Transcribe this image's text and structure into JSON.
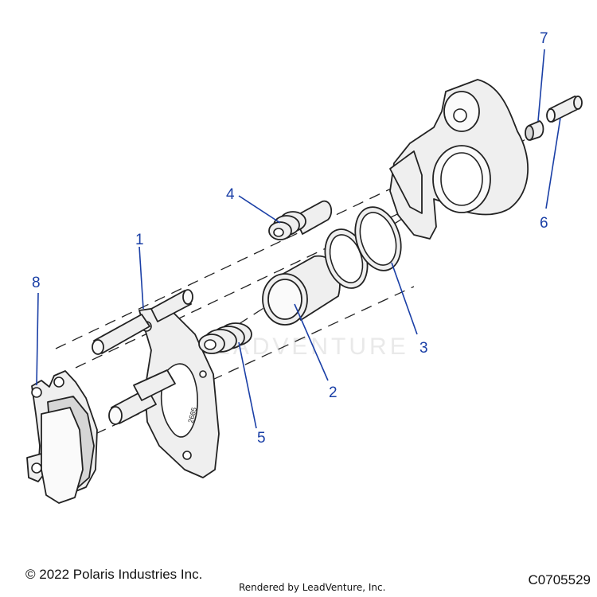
{
  "callouts": [
    {
      "number": "1",
      "part": "caliper-bracket"
    },
    {
      "number": "2",
      "part": "piston"
    },
    {
      "number": "3",
      "part": "seal-rings"
    },
    {
      "number": "4",
      "part": "slide-pin-boot-4"
    },
    {
      "number": "5",
      "part": "slide-pin-boot-5"
    },
    {
      "number": "6",
      "part": "bleeder-screw"
    },
    {
      "number": "7",
      "part": "bleeder-cap"
    },
    {
      "number": "8",
      "part": "brake-pads"
    }
  ],
  "bracket_stamp": "2685",
  "watermark": "LEADVENTURE",
  "footer": {
    "copyright": "© 2022 Polaris Industries Inc.",
    "rendered_by": "Rendered by LeadVenture, Inc.",
    "doc_number": "C0705529"
  },
  "colors": {
    "callout": "#1a3fa6",
    "line": "#222222",
    "part_fill": "#efefef"
  }
}
